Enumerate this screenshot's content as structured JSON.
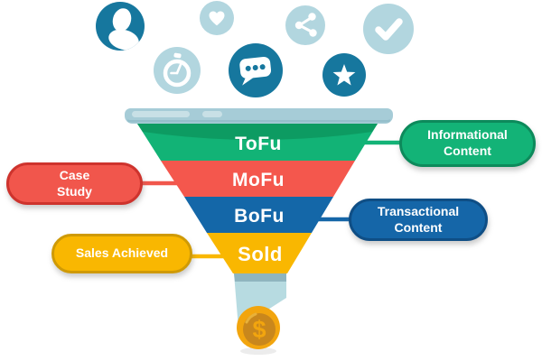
{
  "funnel": {
    "stages": [
      {
        "label": "ToFu",
        "color": "#12b376"
      },
      {
        "label": "MoFu",
        "color": "#f4574d"
      },
      {
        "label": "BoFu",
        "color": "#1467a8"
      },
      {
        "label": "Sold",
        "color": "#f9b701"
      }
    ],
    "tofu_shade": "#0d9b62",
    "rim_color": "#a6ccd7",
    "rim_edge": "#95bfcb",
    "rim_highlight": "#c8e0e6",
    "spout_color": "#b7dbe1",
    "spout_band": "#8fb5bf"
  },
  "callouts": {
    "left": [
      {
        "label": "Case Study",
        "fill": "#f1564c",
        "border": "#ce332d"
      },
      {
        "label": "Sales Achieved",
        "fill": "#f9b701",
        "border": "#cf9a06"
      }
    ],
    "right": [
      {
        "label": "Informational Content",
        "fill": "#13b377",
        "border": "#0d8a5b"
      },
      {
        "label": "Transactional Content",
        "fill": "#1566a8",
        "border": "#0f4e85"
      }
    ]
  },
  "icons": [
    {
      "name": "user-icon",
      "style": "dark"
    },
    {
      "name": "heart-icon",
      "style": "light"
    },
    {
      "name": "stopwatch-icon",
      "style": "light"
    },
    {
      "name": "chat-icon",
      "style": "dark"
    },
    {
      "name": "share-icon",
      "style": "light"
    },
    {
      "name": "check-icon",
      "style": "light"
    },
    {
      "name": "star-icon",
      "style": "dark"
    }
  ],
  "icon_colors": {
    "dark": "#16779e",
    "light": "#b2d6df"
  },
  "coin": {
    "symbol": "$",
    "outer": "#f2a50e",
    "inner": "#c9871c",
    "highlight": "#e8b13a"
  }
}
